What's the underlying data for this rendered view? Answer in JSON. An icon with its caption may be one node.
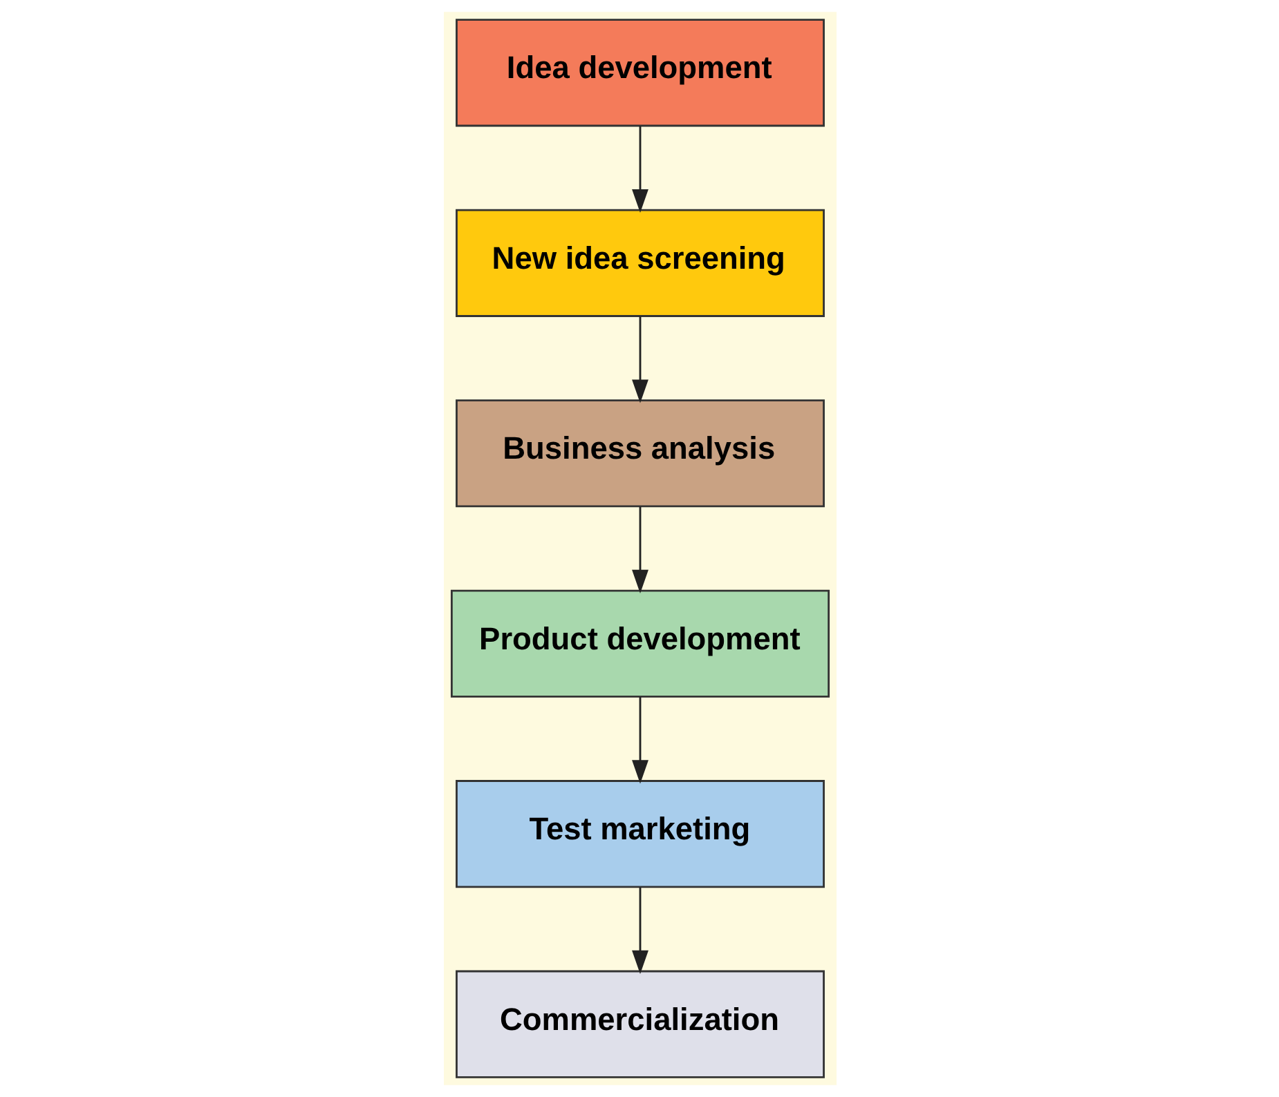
{
  "diagram": {
    "nodes": [
      {
        "text": [
          "Idea development"
        ]
      },
      {
        "text": [
          "New idea screening"
        ]
      },
      {
        "text": [
          "Business analysis"
        ]
      },
      {
        "text": [
          "Product development"
        ]
      },
      {
        "text": [
          "Test marketing"
        ]
      },
      {
        "text": [
          "Commercialization"
        ]
      }
    ],
    "edges": [
      {
        "from": 0,
        "to": 1,
        "arrow": "to"
      },
      {
        "from": 1,
        "to": 2,
        "arrow": "to"
      },
      {
        "from": 2,
        "to": 3,
        "arrow": "to"
      },
      {
        "from": 3,
        "to": 4,
        "arrow": "to"
      },
      {
        "from": 4,
        "to": 5,
        "arrow": "to"
      }
    ]
  }
}
